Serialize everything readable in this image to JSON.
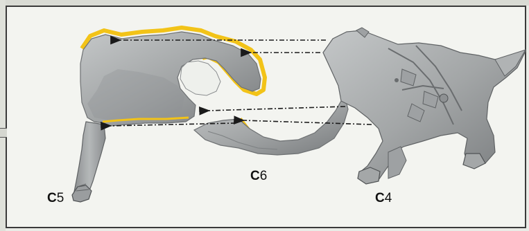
{
  "parts": [
    {
      "id": "c5",
      "letter": "C",
      "number": "5"
    },
    {
      "id": "c6",
      "letter": "C",
      "number": "6"
    },
    {
      "id": "c4",
      "letter": "C",
      "number": "4"
    }
  ],
  "colors": {
    "part_fill": "#a9acad",
    "part_shade": "#7d8082",
    "glue_edge": "#f2c318",
    "arrow": "#1a1a1a",
    "background": "#f3f4f0"
  }
}
